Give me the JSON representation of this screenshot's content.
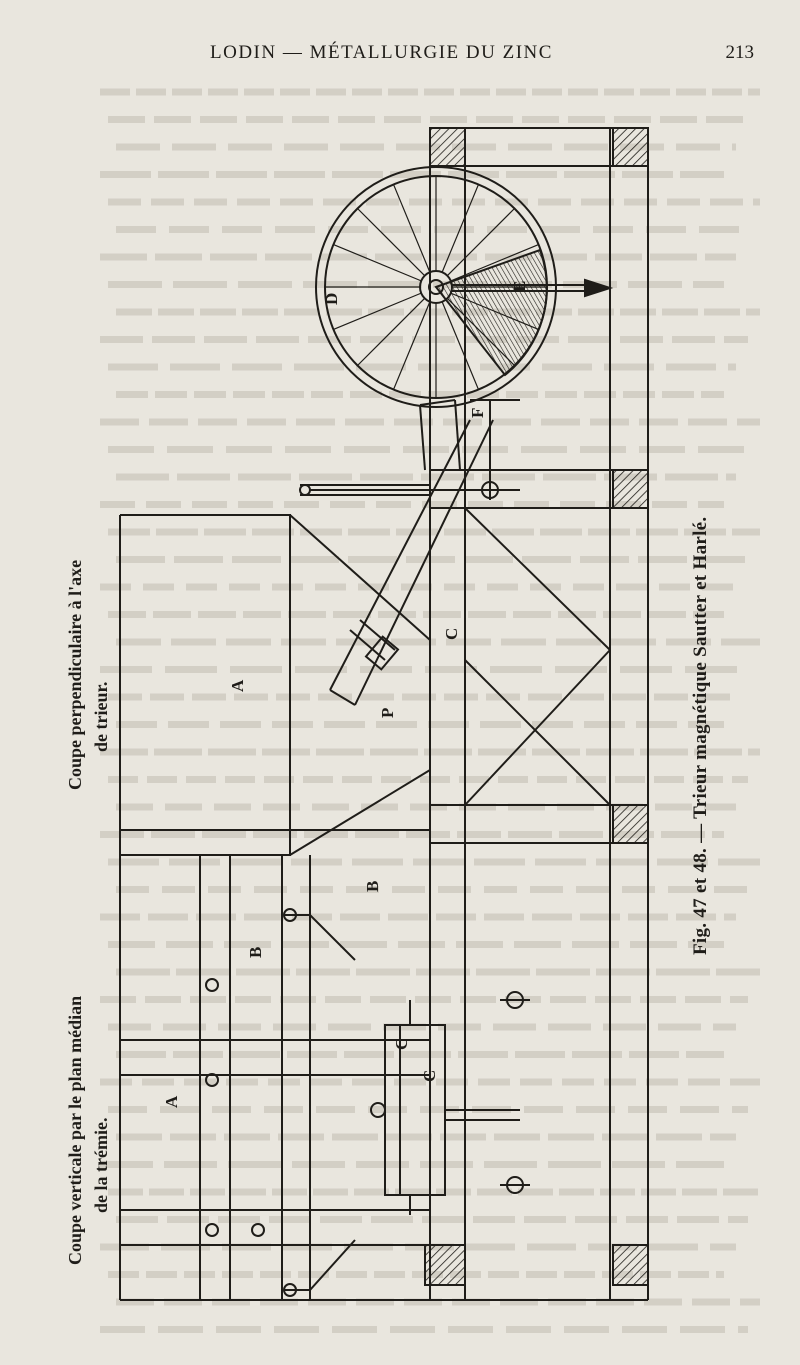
{
  "header": {
    "running_title": "LODIN — MÉTALLURGIE DU ZINC",
    "page_number": "213"
  },
  "figure": {
    "caption": "Fig. 47 et 48. — Trieur magnétique Sautter et Harlé.",
    "view_top_label_line1": "Coupe perpendiculaire à l'axe",
    "view_top_label_line2": "de trieur.",
    "view_bottom_label_line1": "Coupe verticale par le plan médian",
    "view_bottom_label_line2": "de la trémie.",
    "letters": {
      "A_upper": "A",
      "A_lower": "A",
      "B_upper": "B",
      "B_lower": "B",
      "C_upper": "C",
      "C_lower": "C",
      "C_lower2": "C",
      "P": "P",
      "D": "D",
      "E": "E",
      "F": "F"
    }
  },
  "colors": {
    "paper": "#e9e6de",
    "ink": "#1f1d19",
    "ghost_text": "#b9b4a8"
  }
}
